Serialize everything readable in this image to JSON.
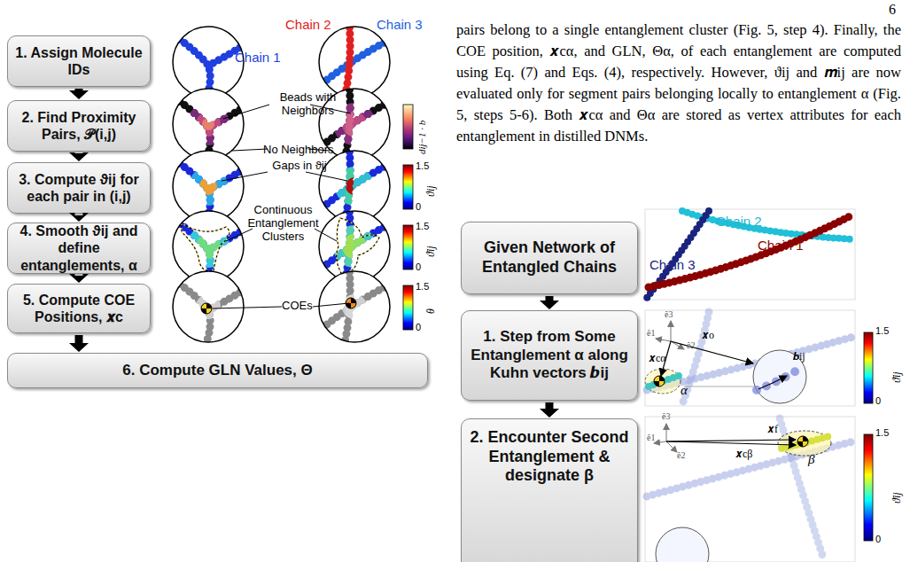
{
  "diagram": {
    "nodes": [
      {
        "text": [
          "1. Assign Molecule IDs"
        ]
      },
      {
        "text": [
          "2. Find Proximity Pairs, 𝒫(i,j)"
        ]
      },
      {
        "text": [
          "3. Compute ϑij for each pair in (i,j)"
        ]
      },
      {
        "text": [
          "4. Smooth ϑij and define entanglements, α"
        ]
      },
      {
        "text": [
          "5. Compute COE Positions, 𝒙c"
        ]
      },
      {
        "text": [
          "6. Compute GLN Values, Θ"
        ]
      },
      {
        "text": [
          "Given Network of Entangled Chains"
        ]
      },
      {
        "text": [
          "1. Step from Some Entanglement α along Kuhn vectors 𝒃ij"
        ]
      },
      {
        "text": [
          "2. Encounter Second Entanglement & designate β"
        ]
      }
    ],
    "edges": [
      {
        "from": 0,
        "to": 1,
        "arrow": "to"
      },
      {
        "from": 1,
        "to": 2,
        "arrow": "to"
      },
      {
        "from": 2,
        "to": 3,
        "arrow": "to"
      },
      {
        "from": 3,
        "to": 4,
        "arrow": "to"
      },
      {
        "from": 4,
        "to": 5,
        "arrow": "to"
      },
      {
        "from": 6,
        "to": 7,
        "arrow": "to"
      },
      {
        "from": 7,
        "to": 8,
        "arrow": "to"
      }
    ],
    "labels": [
      "6",
      "pairs belong to a single entanglement cluster (Fig. 5, step 4). Finally, the COE position, 𝒙cα, and GLN, Θα, of each entanglement are computed using Eq. (7) and Eqs. (4), respectively. However, ϑij and 𝒎ij are now evaluated only for segment pairs belonging locally to entanglement α (Fig. 5, steps 5-6). Both 𝒙cα and Θα are stored as vertex attributes for each entanglement in distilled DNMs.",
      "Chain 1",
      "Chain 2",
      "Chain 3",
      "Beads with Neighbors",
      "No Neighbors",
      "dij−1 · b",
      "Gaps in ϑij",
      "1.5",
      "0",
      "ϑij",
      "Continuous Entanglement Clusters",
      "1.5",
      "0",
      "ϑ̄ij",
      "COEs",
      "1.5",
      "0",
      "θ",
      "Chain 2",
      "Chain 3",
      "Chain 1",
      "ê3",
      "ê1",
      "ê2",
      "𝒙cα",
      "𝒙o",
      "α",
      "𝒃ij",
      "1.5",
      "0",
      "ϑ̄ij",
      "ê3",
      "ê1",
      "ê2",
      "𝒙f",
      "𝒙cβ",
      "β",
      "1.5",
      "0",
      "ϑ̄ij"
    ]
  }
}
